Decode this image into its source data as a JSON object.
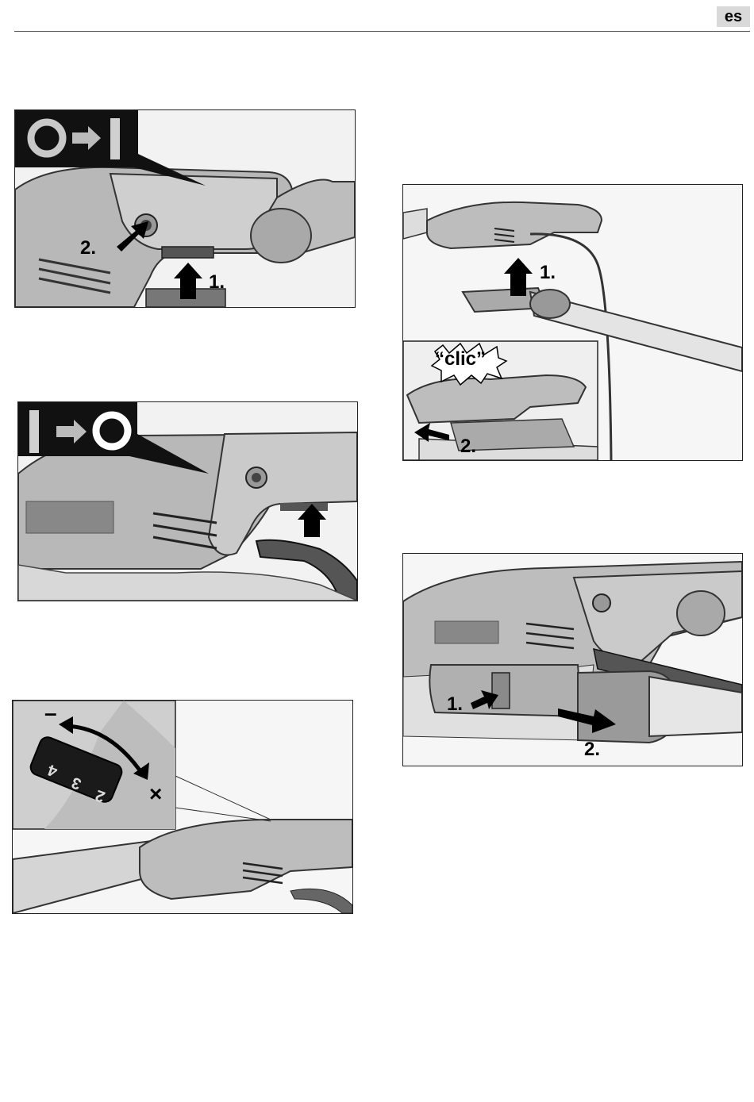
{
  "header": {
    "language_code": "es"
  },
  "fig1": {
    "symbol": "O → I",
    "step1": "1.",
    "step2": "2."
  },
  "fig2": {
    "symbol": "I → O"
  },
  "fig3": {
    "minus": "–",
    "plus": "×",
    "dial_numbers": [
      "4",
      "3",
      "2"
    ]
  },
  "fig4": {
    "click_text": "“clic”",
    "step1": "1.",
    "step2": "2."
  },
  "fig5": {
    "step1": "1.",
    "step2": "2."
  }
}
